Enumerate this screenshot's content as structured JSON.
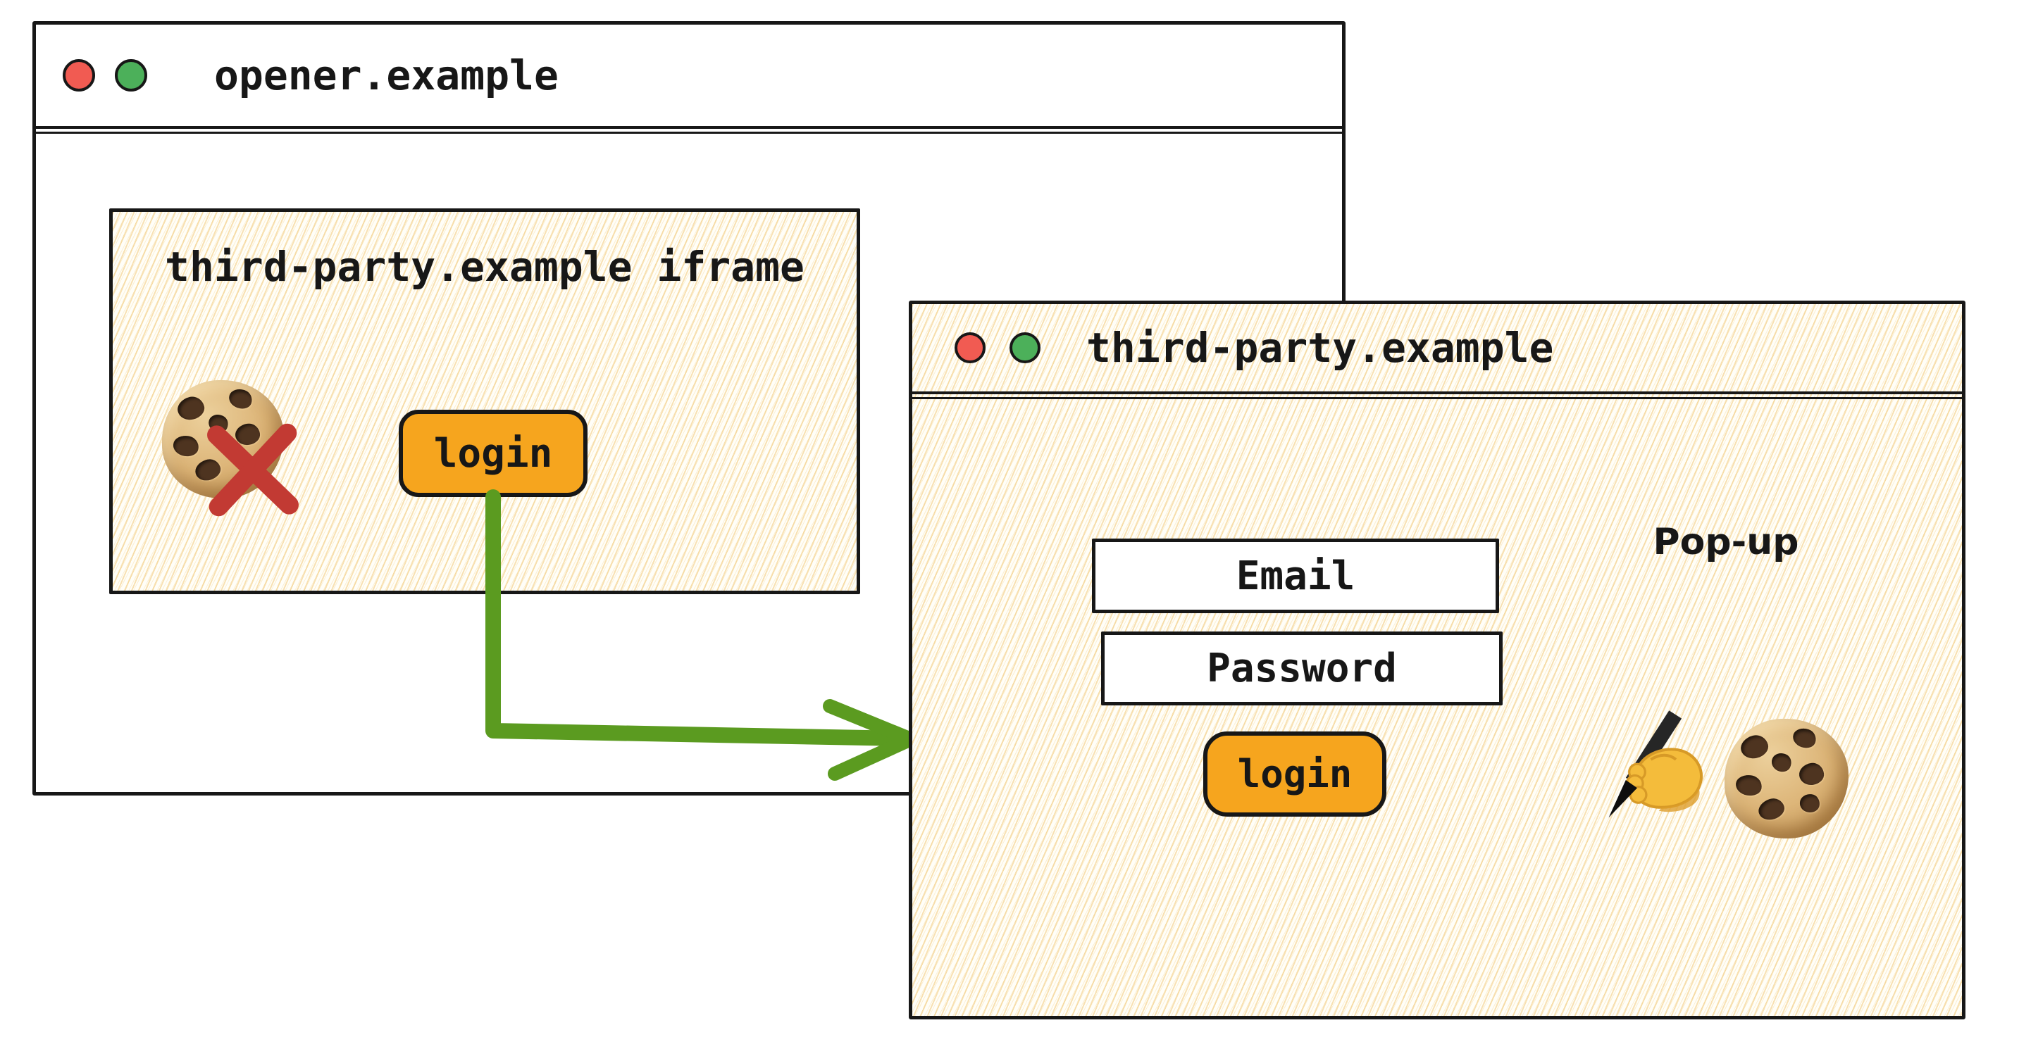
{
  "opener": {
    "title": "opener.example",
    "iframe": {
      "label": "third-party.example iframe",
      "login_button": "login"
    }
  },
  "popup": {
    "title": "third-party.example",
    "window_label": "Pop-up",
    "fields": [
      {
        "label": "Email"
      },
      {
        "label": "Password"
      }
    ],
    "login_button": "login"
  },
  "icons": {
    "opener_traffic_lights": [
      "red",
      "green"
    ],
    "popup_traffic_lights": [
      "red",
      "green"
    ],
    "iframe_icon": "cookie-with-red-cross",
    "popup_icons": [
      "writing-hand",
      "cookie"
    ]
  },
  "colors": {
    "button_orange": "#F6A51E",
    "arrow_green": "#5B9B20",
    "cross_red": "#C23A33",
    "traffic_red": "#F15B52",
    "traffic_green": "#4CB05A",
    "hatch_line": "#F0C46E",
    "hatch_bg": "#FFFEF8",
    "window_bg": "#FFFFFF",
    "ink": "#171717"
  }
}
